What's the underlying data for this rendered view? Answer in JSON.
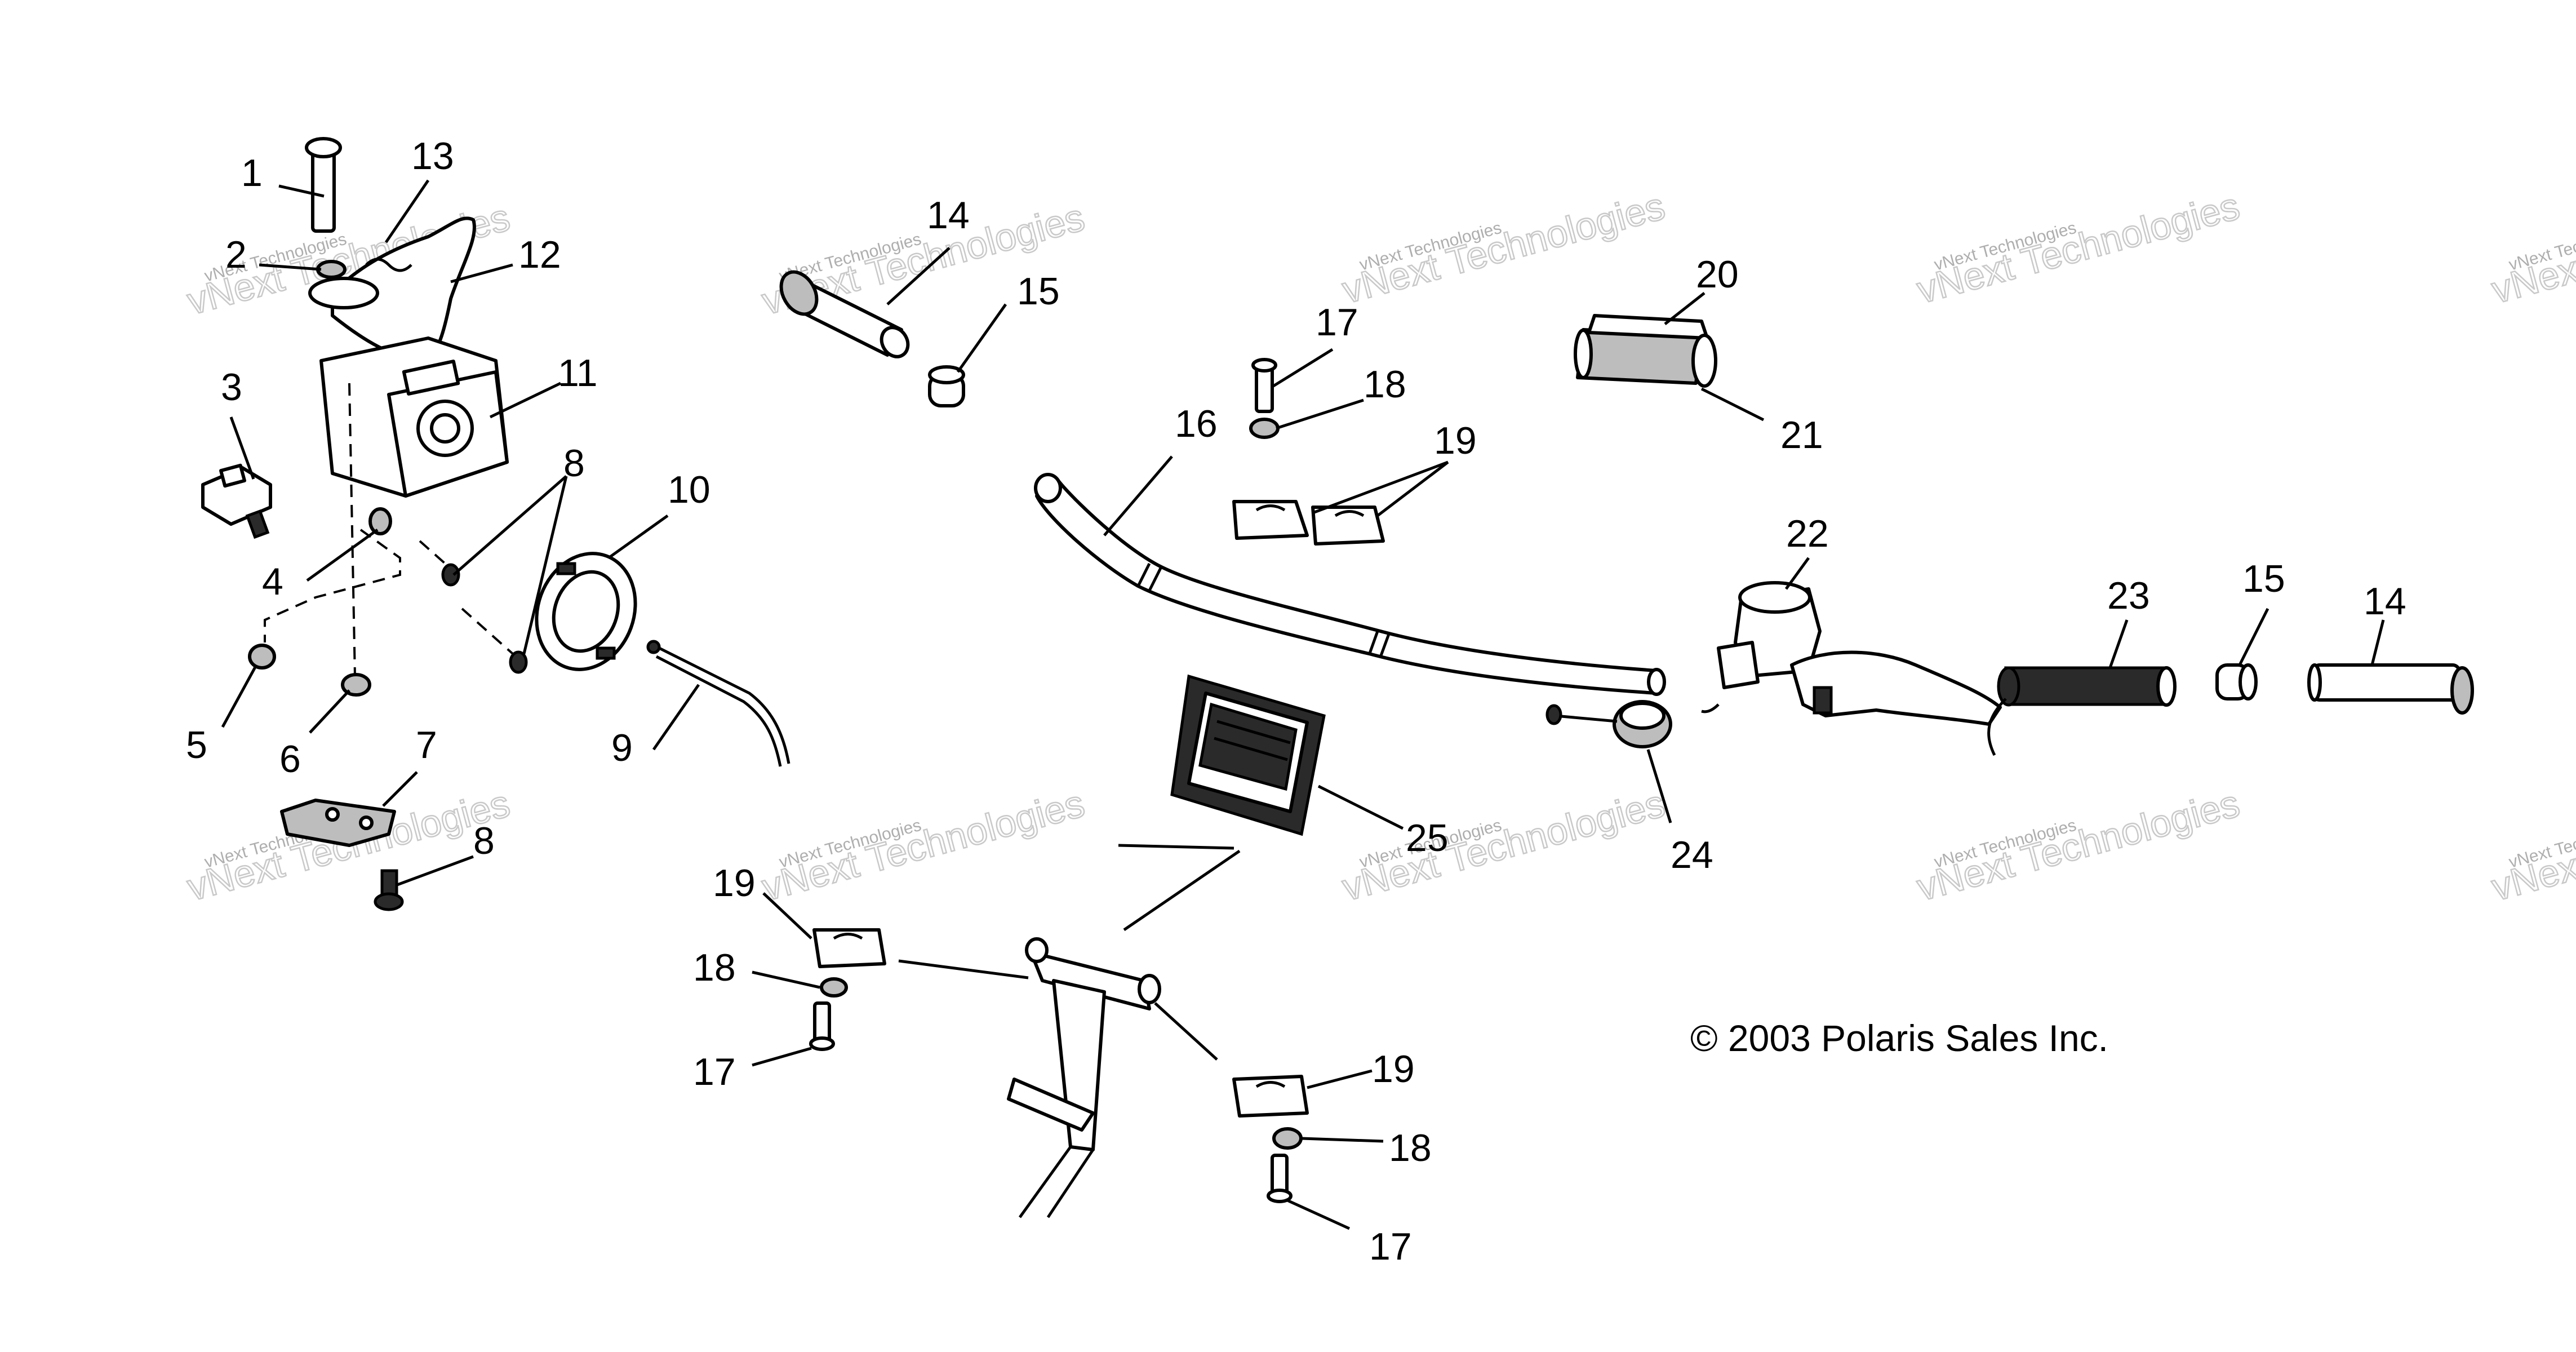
{
  "copyright": "© 2003 Polaris Sales Inc.",
  "watermark": {
    "line1": "vNext Technologies",
    "line2": "vNext Technologies"
  },
  "callouts": {
    "c1": "1",
    "c2": "2",
    "c3": "3",
    "c4": "4",
    "c5": "5",
    "c6": "6",
    "c7": "7",
    "c8a": "8",
    "c8b": "8",
    "c9": "9",
    "c10": "10",
    "c11": "11",
    "c12": "12",
    "c13": "13",
    "c14a": "14",
    "c14b": "14",
    "c15a": "15",
    "c15b": "15",
    "c16": "16",
    "c17a": "17",
    "c17b": "17",
    "c17c": "17",
    "c18a": "18",
    "c18b": "18",
    "c18c": "18",
    "c19a": "19",
    "c19b": "19",
    "c19c": "19",
    "c20": "20",
    "c21": "21",
    "c22": "22",
    "c23": "23",
    "c24": "24",
    "c25": "25"
  }
}
